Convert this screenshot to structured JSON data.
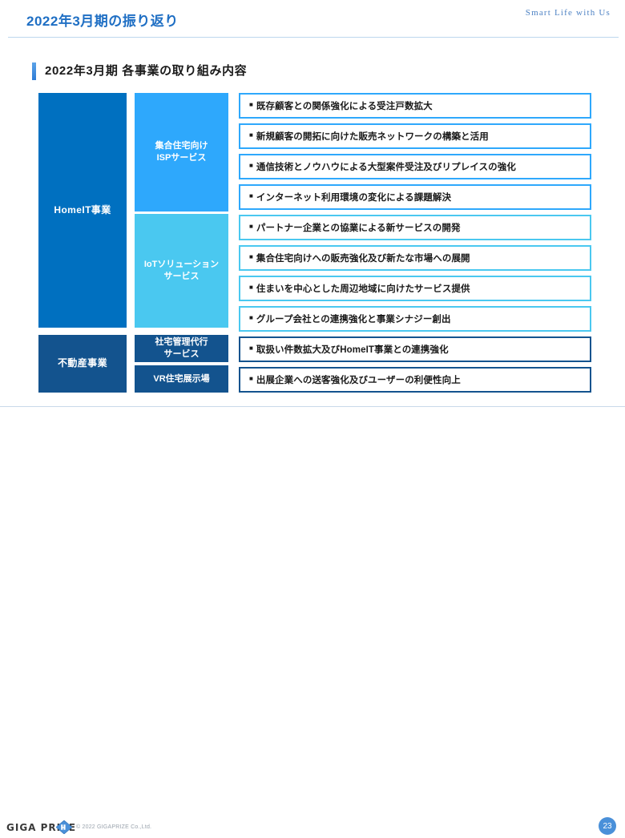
{
  "header": {
    "title": "2022年3月期の振り返り",
    "tagline": "Smart Life with Us"
  },
  "section": {
    "title": "2022年3月期  各事業の取り組み内容"
  },
  "segments": [
    {
      "label": "HomeIT事業",
      "color": "#0070C0"
    },
    {
      "label": "不動産事業",
      "color": "#13538E"
    }
  ],
  "services": [
    {
      "label": "集合住宅向け\nISPサービス",
      "color": "#2EA8FC"
    },
    {
      "label": "IoTソリューション\nサービス",
      "color": "#4AC8F0"
    },
    {
      "label": "社宅管理代行\nサービス",
      "color": "#13538E"
    },
    {
      "label": "VR住宅展示場",
      "color": "#13538E"
    }
  ],
  "bullet_glyph": "■",
  "initiatives": [
    {
      "text": "既存顧客との関係強化による受注戸数拡大",
      "border": "#2EA8FC"
    },
    {
      "text": "新規顧客の開拓に向けた販売ネットワークの構築と活用",
      "border": "#2EA8FC"
    },
    {
      "text": "通信技術とノウハウによる大型案件受注及びリプレイスの強化",
      "border": "#2EA8FC"
    },
    {
      "text": "インターネット利用環境の変化による課題解決",
      "border": "#2EA8FC"
    },
    {
      "text": "パートナー企業との協業による新サービスの開発",
      "border": "#4AC8F0"
    },
    {
      "text": "集合住宅向けへの販売強化及び新たな市場への展開",
      "border": "#4AC8F0"
    },
    {
      "text": "住まいを中心とした周辺地域に向けたサービス提供",
      "border": "#4AC8F0"
    },
    {
      "text": "グループ会社との連携強化と事業シナジー創出",
      "border": "#4AC8F0"
    },
    {
      "text": "取扱い件数拡大及びHomeIT事業との連携強化",
      "border": "#13538E"
    },
    {
      "text": "出展企業への送客強化及びユーザーの利便性向上",
      "border": "#13538E"
    }
  ],
  "footer": {
    "logo_text": "GIGA PRIZE",
    "copyright": "© 2022 GIGAPRIZE Co.,Ltd.",
    "page_number": "23"
  }
}
